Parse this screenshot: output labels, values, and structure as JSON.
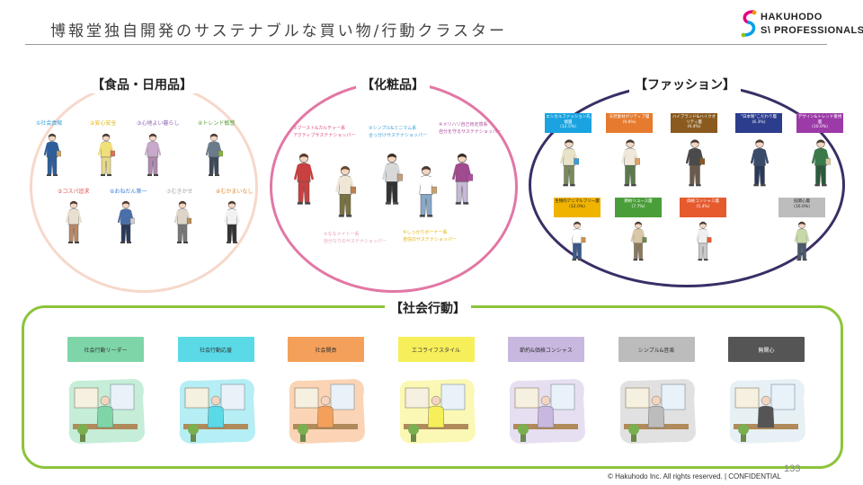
{
  "header": {
    "title": "博報堂独自開発のサステナブルな買い物/行動クラスター",
    "logo_line1": "HAKUHODO",
    "logo_line2": "S\\ PROFESSIONALS",
    "colors": {
      "logo_mark": [
        "#e4007f",
        "#f39800",
        "#00a0e9",
        "#8fc31f"
      ]
    }
  },
  "sections": {
    "food": {
      "title": "【食品・日用品】",
      "ring_color": "#f6d8cb",
      "personas": [
        {
          "label": "①社会貢献",
          "color": "#3a9fd6"
        },
        {
          "label": "②安心安全",
          "color": "#e3b100"
        },
        {
          "label": "③心地よい暮らし",
          "color": "#8e5fb5"
        },
        {
          "label": "④トレンド敏感",
          "color": "#5a9e3a"
        },
        {
          "label": "⑤コスパ追求",
          "color": "#e05050"
        },
        {
          "label": "⑥おねだん第一",
          "color": "#3a7bd5"
        },
        {
          "label": "⑦むきかせ",
          "color": "#a0a0a0"
        },
        {
          "label": "⑧むかまいなし",
          "color": "#e08a30"
        }
      ]
    },
    "cosmetics": {
      "title": "【化粧品】",
      "ring_color": "#e277a5",
      "persona_top_labels": [
        {
          "label": "①ブースト&カルチャー系",
          "sub": "アクティブサステナショッパー",
          "color": "#e0508a"
        },
        {
          "label": "③シンプル&ミニマム系",
          "sub": "合っ分けサステナショッパー",
          "color": "#3a9fd6"
        },
        {
          "label": "④メリハリ自己肯定感系",
          "sub": "自分を守るサステナショッパー",
          "color": "#b04fa0"
        }
      ],
      "persona_bottom_labels": [
        {
          "label": "②ななメイト一系",
          "sub": "自分なりのサステナショッパー",
          "color": "#e8a0c0"
        },
        {
          "label": "⑤しっかりボーナー系",
          "sub": "自信のサステナショッパー",
          "color": "#e3b100"
        }
      ]
    },
    "fashion": {
      "title": "【ファッション】",
      "ring_color": "#3a2e66",
      "top_row": [
        {
          "label": "エシカルファッション先端層",
          "pct": "(12.5%)",
          "color": "#1aa3e0"
        },
        {
          "label": "天然素材ポジティブ層",
          "pct": "(9.6%)",
          "color": "#e67a2e"
        },
        {
          "label": "ハイブランド&ハイクオリティ層",
          "pct": "(9.4%)",
          "color": "#8a5a1f"
        },
        {
          "label": "\"日本製\"こだわり層",
          "pct": "(6.3%)",
          "color": "#2b3d8c"
        },
        {
          "label": "デザイン&トレンド重視層",
          "pct": "(10.0%)",
          "color": "#9c3aa8"
        }
      ],
      "bottom_row": [
        {
          "label": "生物的アニマルフリー層",
          "pct": "(12.0%)",
          "color": "#f0b400"
        },
        {
          "label": "節約リユース層",
          "pct": "(7.7%)",
          "color": "#4a9e3a"
        },
        {
          "label": "価格コンシャス層",
          "pct": "(5.4%)",
          "color": "#e65a2e"
        },
        {
          "label": "低関心層",
          "pct": "(16.0%)",
          "color": "#bdbdbd"
        }
      ]
    },
    "social": {
      "title": "【社会行動】",
      "border_color": "#8cc43a",
      "clusters": [
        {
          "label": "社会行動リーダー",
          "color": "#7ed6a8"
        },
        {
          "label": "社会行動応援",
          "color": "#5ad9e6"
        },
        {
          "label": "社会関貢",
          "color": "#f5a05a"
        },
        {
          "label": "エコライフスタイル",
          "color": "#f6ef5a"
        },
        {
          "label": "節約&価格コンシャス",
          "color": "#c8b8e0"
        },
        {
          "label": "シンプル&音楽",
          "color": "#bcbcbc"
        },
        {
          "label": "無関心",
          "color": "#555555"
        }
      ]
    }
  },
  "footer": {
    "copyright": "© Hakuhodo Inc. All rights reserved. | CONFIDENTIAL",
    "page": "133"
  }
}
